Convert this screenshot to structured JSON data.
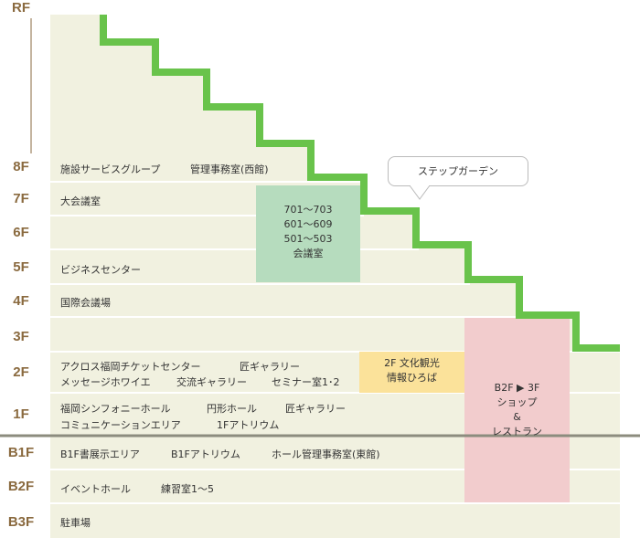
{
  "floors": {
    "rf": "RF",
    "f8": "8F",
    "f7": "7F",
    "f6": "6F",
    "f5": "5F",
    "f4": "4F",
    "f3": "3F",
    "f2": "2F",
    "f1": "1F",
    "b1": "B1F",
    "b2": "B2F",
    "b3": "B3F"
  },
  "rooms": {
    "f8_a": "施設サービスグループ",
    "f8_b": "管理事務室(西館)",
    "f7": "大会議室",
    "f5": "ビジネスセンター",
    "f4": "国際会議場",
    "f2_a": "アクロス福岡チケットセンター",
    "f2_b": "匠ギャラリー",
    "f2_c": "メッセージホワイエ",
    "f2_d": "交流ギャラリー",
    "f2_e": "セミナー室1･2",
    "f1_a": "福岡シンフォニーホール",
    "f1_b": "円形ホール",
    "f1_c": "匠ギャラリー",
    "f1_d": "コミュニケーションエリア",
    "f1_e": "1Fアトリウム",
    "b1_a": "B1F書展示エリア",
    "b1_b": "B1Fアトリウム",
    "b1_c": "ホール管理事務室(東館)",
    "b2_a": "イベントホール",
    "b2_b": "練習室1〜5",
    "b3": "駐車場"
  },
  "meeting_box": {
    "line1": "701〜703",
    "line2": "601〜609",
    "line3": "501〜503",
    "line4": "会議室"
  },
  "culture_box": {
    "line1": "2F 文化観光",
    "line2": "情報ひろば"
  },
  "shop_box": {
    "line1": "B2F ▶ 3F",
    "line2": "ショップ",
    "line3": "&",
    "line4": "レストラン"
  },
  "callout": "ステップガーデン",
  "colors": {
    "floor_fill": "#f1f1e0",
    "step_line": "#69c34b",
    "meeting_box": "#b6dcbe",
    "culture_box": "#fbe29a",
    "shop_box": "#f2cccd",
    "ground_line": "#8c8c7e",
    "floor_label": "#8a6a3f"
  }
}
